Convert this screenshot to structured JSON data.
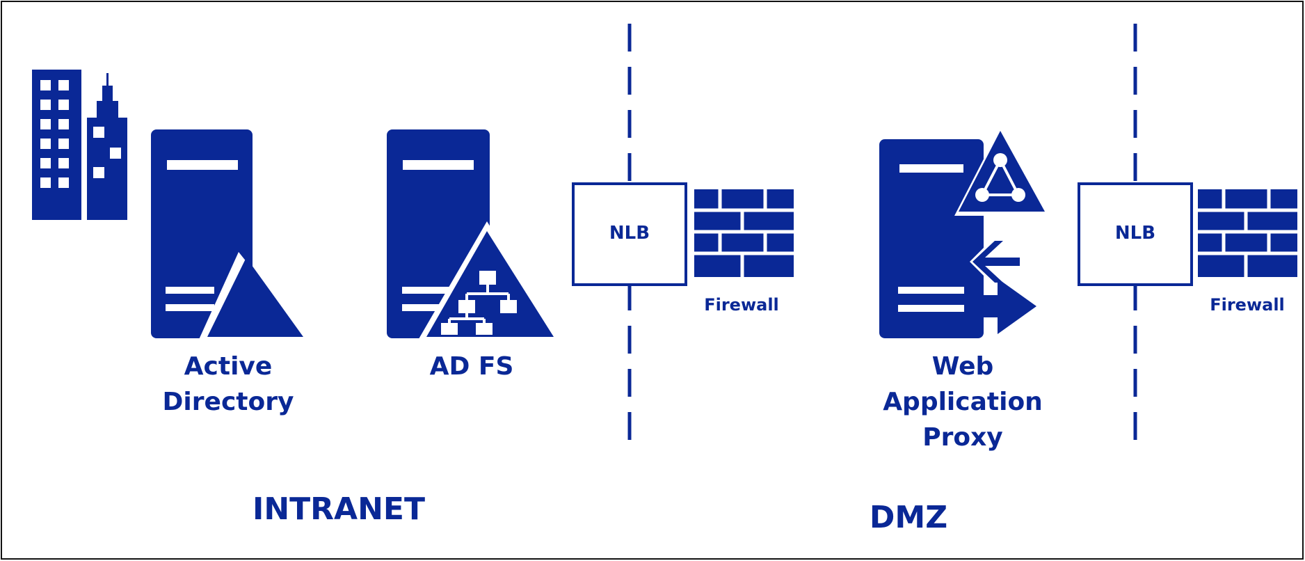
{
  "colors": {
    "primary": "#0a2896",
    "background": "#ffffff",
    "border": "#111111"
  },
  "zones": {
    "intranet": "INTRANET",
    "dmz": "DMZ"
  },
  "nodes": {
    "active_directory": {
      "line1": "Active",
      "line2": "Directory",
      "icon": "active-directory-server-icon"
    },
    "adfs": {
      "label": "AD FS",
      "icon": "adfs-server-icon"
    },
    "wap": {
      "line1": "Web",
      "line2": "Application",
      "line3": "Proxy",
      "icon": "web-application-proxy-server-icon"
    },
    "nlb_internal": {
      "label": "NLB"
    },
    "nlb_external": {
      "label": "NLB"
    },
    "firewall_internal": {
      "label": "Firewall",
      "icon": "brick-wall-icon"
    },
    "firewall_external": {
      "label": "Firewall",
      "icon": "brick-wall-icon"
    },
    "buildings": {
      "icon": "buildings-icon"
    }
  }
}
